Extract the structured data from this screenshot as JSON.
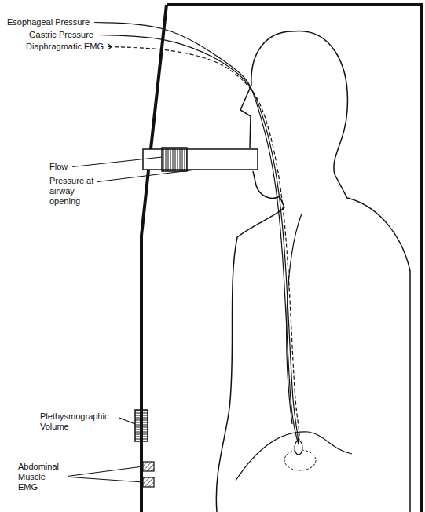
{
  "diagram": {
    "labels": [
      "Esophageal Pressure",
      "Gastric Pressure",
      "Diaphragmatic EMG",
      "Flow",
      "Pressure at airway opening",
      "Plethysmographic Volume",
      "Abdominal Muscle EMG"
    ]
  }
}
